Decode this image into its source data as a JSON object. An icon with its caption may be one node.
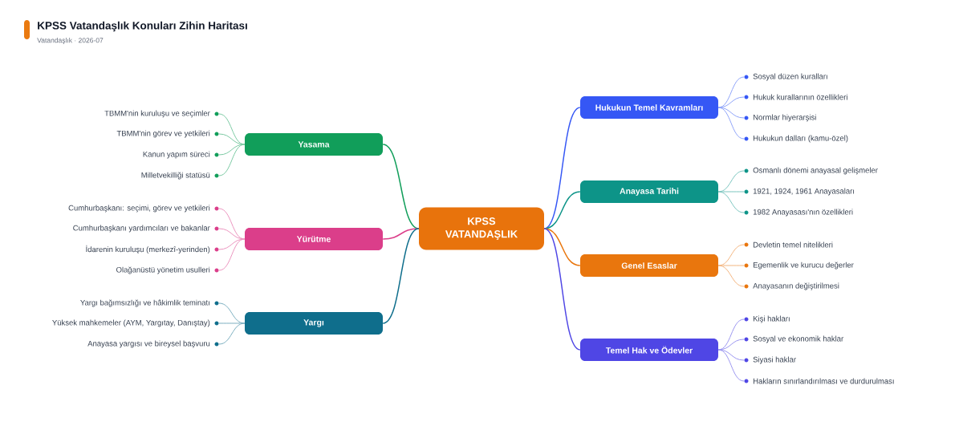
{
  "diagram": {
    "title": "KPSS Vatandaşlık Konuları Zihin Haritası",
    "nodes": [
      {
        "text": [
          "KPSS VATANDAŞLIK"
        ]
      },
      {
        "text": [
          "Yasama"
        ]
      },
      {
        "text": [
          "TBMM'nin kuruluşu ve seçimler"
        ]
      },
      {
        "text": [
          "TBMM'nin görev ve yetkileri"
        ]
      },
      {
        "text": [
          "Kanun yapım süreci"
        ]
      },
      {
        "text": [
          "Milletvekilliği statüsü"
        ]
      },
      {
        "text": [
          "Yürütme"
        ]
      },
      {
        "text": [
          "Cumhurbaşkanı: seçimi, görev ve yetkileri"
        ]
      },
      {
        "text": [
          "Cumhurbaşkanı yardımcıları ve bakanlar"
        ]
      },
      {
        "text": [
          "İdarenin kuruluşu (merkezî-yerinden)"
        ]
      },
      {
        "text": [
          "Olağanüstü yönetim usulleri"
        ]
      },
      {
        "text": [
          "Yargı"
        ]
      },
      {
        "text": [
          "Yargı bağımsızlığı ve hâkimlik teminatı"
        ]
      },
      {
        "text": [
          "Yüksek mahkemeler (AYM, Yargıtay, Danıştay)"
        ]
      },
      {
        "text": [
          "Anayasa yargısı ve bireysel başvuru"
        ]
      },
      {
        "text": [
          "Hukukun Temel Kavramları"
        ]
      },
      {
        "text": [
          "Sosyal düzen kuralları"
        ]
      },
      {
        "text": [
          "Hukuk kurallarının özellikleri"
        ]
      },
      {
        "text": [
          "Normlar hiyerarşisi"
        ]
      },
      {
        "text": [
          "Hukukun dalları (kamu-özel)"
        ]
      },
      {
        "text": [
          "Anayasa Tarihi"
        ]
      },
      {
        "text": [
          "Osmanlı dönemi anayasal gelişmeler"
        ]
      },
      {
        "text": [
          "1921, 1924, 1961 Anayasaları"
        ]
      },
      {
        "text": [
          "1982 Anayasası'nın özellikleri"
        ]
      },
      {
        "text": [
          "Genel Esaslar"
        ]
      },
      {
        "text": [
          "Devletin temel nitelikleri"
        ]
      },
      {
        "text": [
          "Egemenlik ve kurucu değerler"
        ]
      },
      {
        "text": [
          "Anayasanın değiştirilmesi"
        ]
      },
      {
        "text": [
          "Temel Hak ve Ödevler"
        ]
      },
      {
        "text": [
          "Kişi hakları"
        ]
      },
      {
        "text": [
          "Sosyal ve ekonomik haklar"
        ]
      },
      {
        "text": [
          "Siyasi haklar"
        ]
      },
      {
        "text": [
          "Hakların sınırlandırılması ve durdurulması"
        ]
      }
    ],
    "edges": [
      {
        "from": 0,
        "to": 1,
        "arrow": "none",
        "color": "#119e5a"
      },
      {
        "from": 1,
        "to": 2,
        "arrow": "none",
        "color": "#7ccaa4"
      },
      {
        "from": 1,
        "to": 3,
        "arrow": "none",
        "color": "#7ccaa4"
      },
      {
        "from": 1,
        "to": 4,
        "arrow": "none",
        "color": "#7ccaa4"
      },
      {
        "from": 1,
        "to": 5,
        "arrow": "none",
        "color": "#7ccaa4"
      },
      {
        "from": 0,
        "to": 6,
        "arrow": "none",
        "color": "#db3e8a"
      },
      {
        "from": 6,
        "to": 7,
        "arrow": "none",
        "color": "#eb95bf"
      },
      {
        "from": 6,
        "to": 8,
        "arrow": "none",
        "color": "#eb95bf"
      },
      {
        "from": 6,
        "to": 9,
        "arrow": "none",
        "color": "#eb95bf"
      },
      {
        "from": 6,
        "to": 10,
        "arrow": "none",
        "color": "#eb95bf"
      },
      {
        "from": 0,
        "to": 11,
        "arrow": "none",
        "color": "#0f6e8c"
      },
      {
        "from": 11,
        "to": 12,
        "arrow": "none",
        "color": "#7bafc0"
      },
      {
        "from": 11,
        "to": 13,
        "arrow": "none",
        "color": "#7bafc0"
      },
      {
        "from": 11,
        "to": 14,
        "arrow": "none",
        "color": "#7bafc0"
      },
      {
        "from": 0,
        "to": 15,
        "arrow": "none",
        "color": "#3557f5"
      },
      {
        "from": 15,
        "to": 16,
        "arrow": "none",
        "color": "#90a5f9"
      },
      {
        "from": 15,
        "to": 17,
        "arrow": "none",
        "color": "#90a5f9"
      },
      {
        "from": 15,
        "to": 18,
        "arrow": "none",
        "color": "#90a5f9"
      },
      {
        "from": 15,
        "to": 19,
        "arrow": "none",
        "color": "#90a5f9"
      },
      {
        "from": 0,
        "to": 20,
        "arrow": "none",
        "color": "#0d9488"
      },
      {
        "from": 20,
        "to": 21,
        "arrow": "none",
        "color": "#7ac5bf"
      },
      {
        "from": 20,
        "to": 22,
        "arrow": "none",
        "color": "#7ac5bf"
      },
      {
        "from": 20,
        "to": 23,
        "arrow": "none",
        "color": "#7ac5bf"
      },
      {
        "from": 0,
        "to": 24,
        "arrow": "none",
        "color": "#e9760d"
      },
      {
        "from": 24,
        "to": 25,
        "arrow": "none",
        "color": "#f3b47d"
      },
      {
        "from": 24,
        "to": 26,
        "arrow": "none",
        "color": "#f3b47d"
      },
      {
        "from": 24,
        "to": 27,
        "arrow": "none",
        "color": "#f3b47d"
      },
      {
        "from": 0,
        "to": 28,
        "arrow": "none",
        "color": "#4f46e5"
      },
      {
        "from": 28,
        "to": 29,
        "arrow": "none",
        "color": "#9c97f0"
      },
      {
        "from": 28,
        "to": 30,
        "arrow": "none",
        "color": "#9c97f0"
      },
      {
        "from": 28,
        "to": 31,
        "arrow": "none",
        "color": "#9c97f0"
      },
      {
        "from": 28,
        "to": 32,
        "arrow": "none",
        "color": "#9c97f0"
      }
    ],
    "labels": [
      "Vatandaşlık · 2026-07"
    ]
  }
}
